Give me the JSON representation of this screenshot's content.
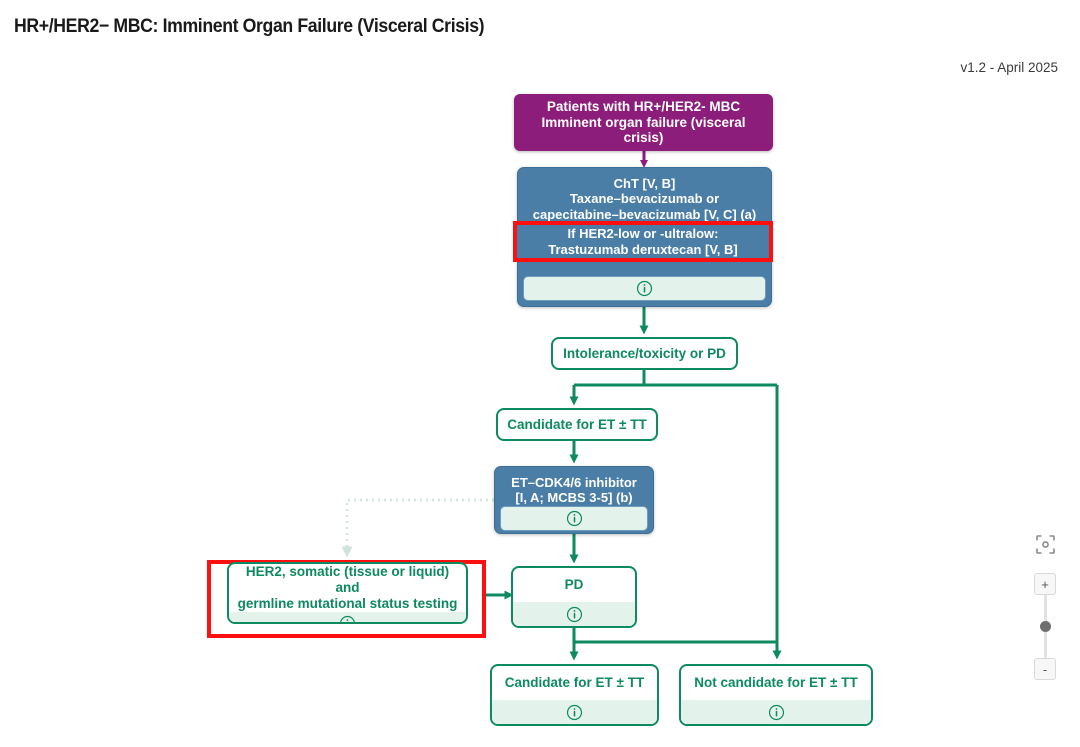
{
  "header": {
    "title": "HR+/HER2− MBC: Imminent Organ Failure (Visceral Crisis)",
    "version": "v1.2 - April 2025"
  },
  "nodes": {
    "patients": {
      "line1": "Patients with HR+/HER2- MBC",
      "line2": "Imminent organ failure (visceral crisis)"
    },
    "cht": {
      "line1": "ChT [V, B]",
      "line2": "Taxane–bevacizumab or",
      "line3": "capecitabine–bevacizumab [V, C] (a)",
      "info": "info-icon"
    },
    "her2_low_overlay": {
      "line1": "If HER2-low or -ultralow:",
      "line2": "Trastuzumab deruxtecan [V, B]"
    },
    "intolerance": {
      "label": "Intolerance/toxicity or PD"
    },
    "candidate_et_top": {
      "label": "Candidate for ET ± TT"
    },
    "et_cdk46": {
      "line1": "ET–CDK4/6 inhibitor",
      "line2": "[I, A; MCBS 3-5] (b)",
      "info": "info-icon"
    },
    "her2_testing": {
      "line1": "HER2, somatic (tissue or liquid) and",
      "line2": "germline mutational status testing",
      "info": "info-icon"
    },
    "pd": {
      "label": "PD",
      "info": "info-icon"
    },
    "candidate_et_bottom": {
      "label": "Candidate for ET ± TT",
      "info": "info-icon"
    },
    "not_candidate_et": {
      "label": "Not candidate for ET ± TT",
      "info": "info-icon"
    }
  },
  "controls": {
    "fit_icon": "fit-to-screen-icon",
    "zoom_in": "+",
    "zoom_out": "-"
  },
  "colors": {
    "purple": "#8c1d7b",
    "blue": "#4a7ea7",
    "green": "#0d8a5f",
    "red_highlight": "#ff1010",
    "info_bar": "#e4f2ec"
  }
}
